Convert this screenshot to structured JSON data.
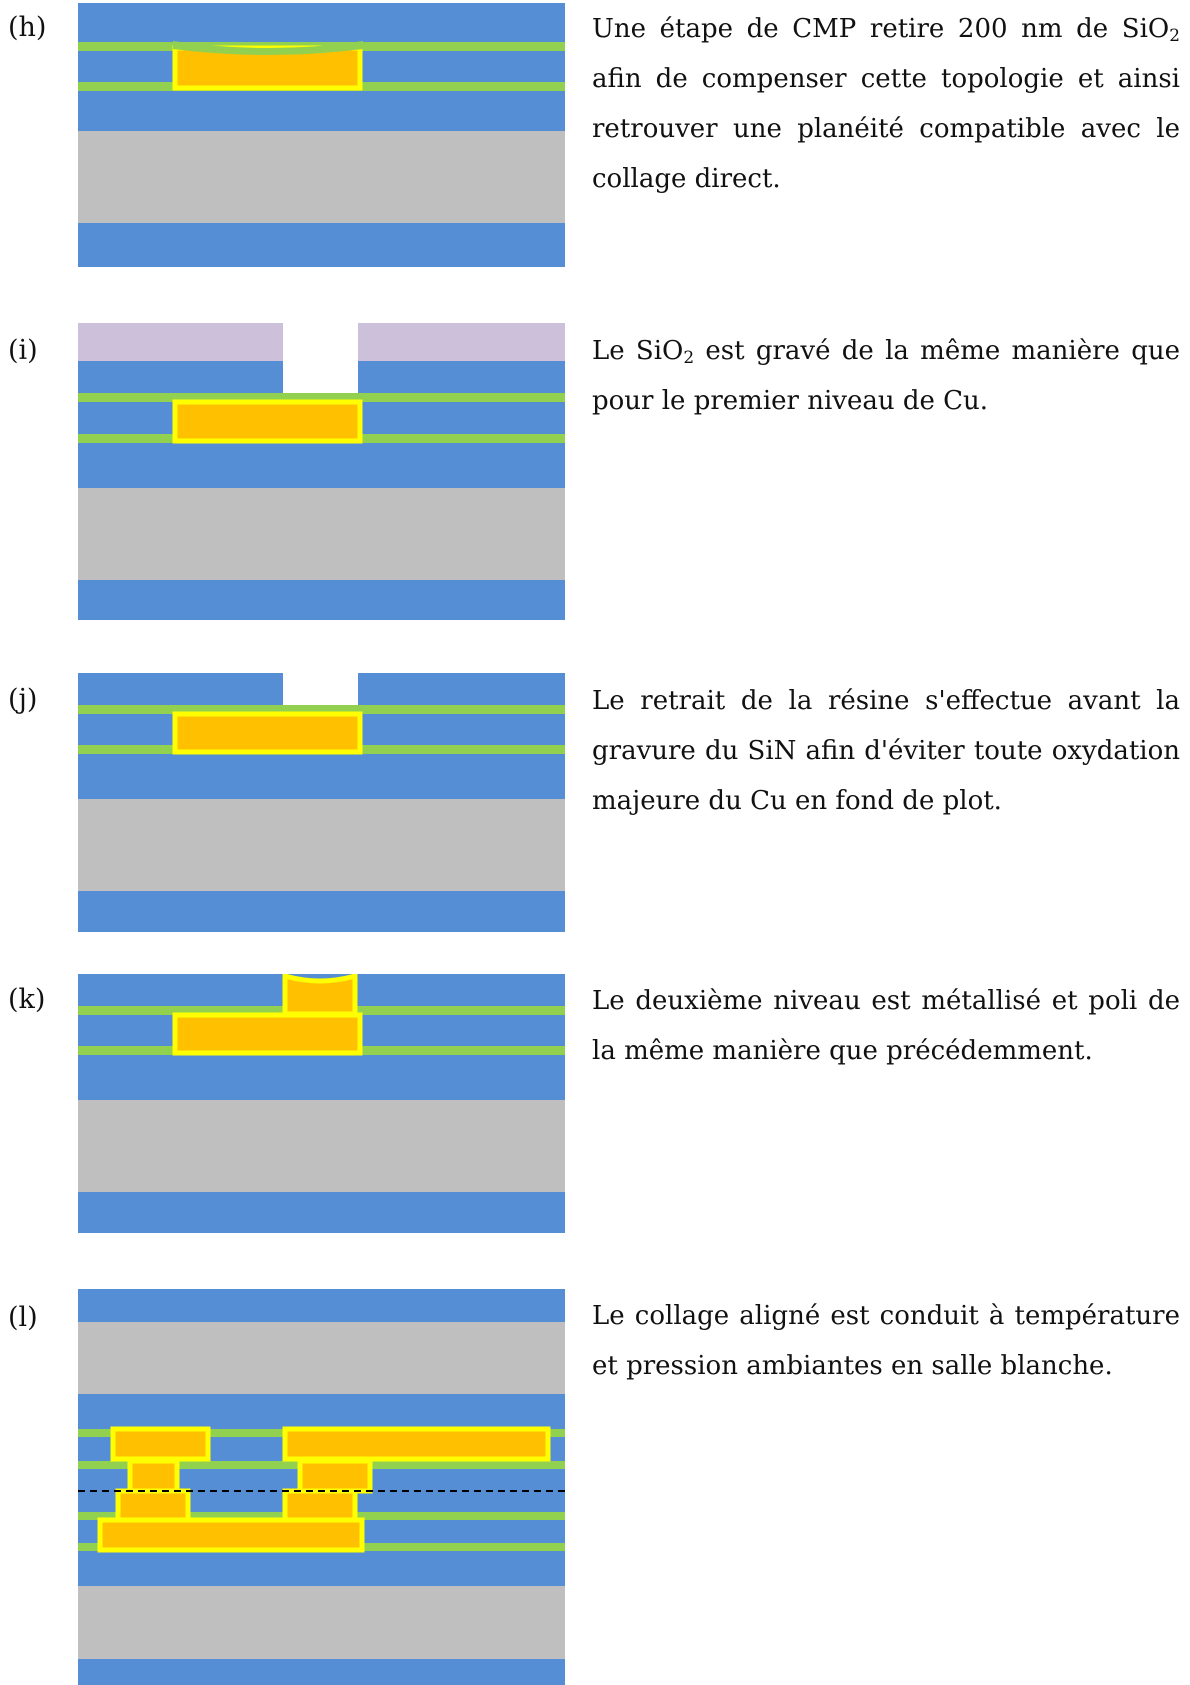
{
  "colors": {
    "sio2": "#558ed5",
    "sin": "#92d050",
    "silicon": "#bfbfbf",
    "copper": "#ffc000",
    "barrier": "#ffff00",
    "resist": "#ccc0da",
    "bond_line": "#000000"
  },
  "steps": [
    {
      "label": "(h)",
      "text_parts": [
        "Une étape de CMP retire 200 nm de SiO",
        "2",
        " afin de compenser cette topologie et ainsi retrouver une planéité compatible avec le collage direct."
      ]
    },
    {
      "label": "(i)",
      "text_parts": [
        "Le SiO",
        "2",
        " est gravé de la même manière que pour le premier niveau de Cu."
      ]
    },
    {
      "label": "(j)",
      "text": "Le retrait de la résine s'effectue avant la gravure du SiN afin d'éviter toute oxydation majeure du Cu en fond de plot."
    },
    {
      "label": "(k)",
      "text": "Le deuxième niveau est métallisé et poli de la même manière que précédemment."
    },
    {
      "label": "(l)",
      "text": "Le collage aligné est conduit à température et pression ambiantes en salle blanche."
    }
  ]
}
